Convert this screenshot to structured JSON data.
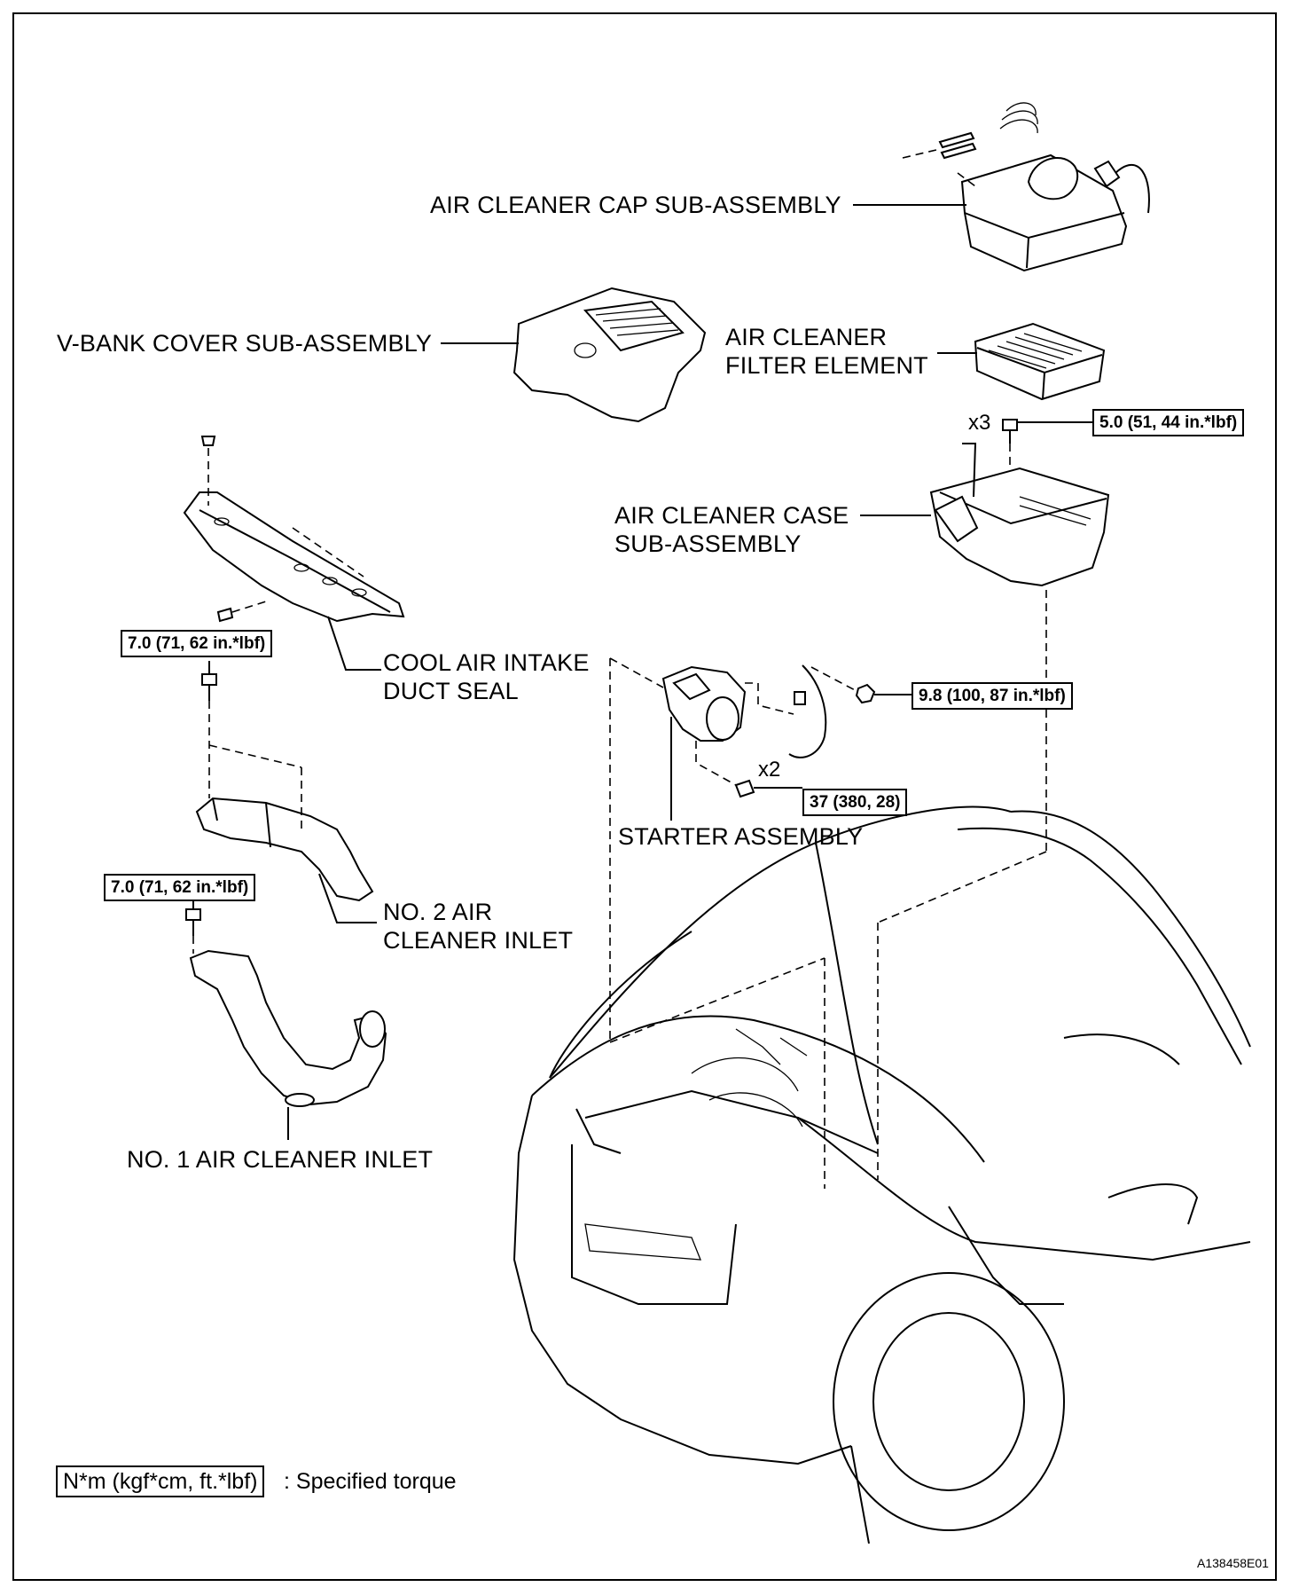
{
  "labels": {
    "air_cleaner_cap": "AIR CLEANER CAP SUB-ASSEMBLY",
    "v_bank_cover": "V-BANK COVER SUB-ASSEMBLY",
    "filter_element_line1": "AIR CLEANER",
    "filter_element_line2": "FILTER ELEMENT",
    "case_line1": "AIR CLEANER CASE",
    "case_line2": "SUB-ASSEMBLY",
    "duct_seal_line1": "COOL AIR INTAKE",
    "duct_seal_line2": "DUCT SEAL",
    "starter": "STARTER ASSEMBLY",
    "no2_inlet_line1": "NO. 2 AIR",
    "no2_inlet_line2": "CLEANER INLET",
    "no1_inlet": "NO. 1 AIR CLEANER INLET"
  },
  "torques": {
    "case_bolt": "5.0 (51, 44 in.*lbf)",
    "duct_seal_bolt": "7.0 (71, 62 in.*lbf)",
    "no2_inlet_bolt": "7.0 (71, 62 in.*lbf)",
    "starter_nut": "9.8 (100, 87 in.*lbf)",
    "starter_bolt": "37 (380, 28)"
  },
  "quantities": {
    "case_bolt": "x3",
    "starter_bolt": "x2"
  },
  "legend": {
    "box": "N*m (kgf*cm, ft.*lbf)",
    "text": ": Specified torque"
  },
  "figure_code": "A138458E01"
}
